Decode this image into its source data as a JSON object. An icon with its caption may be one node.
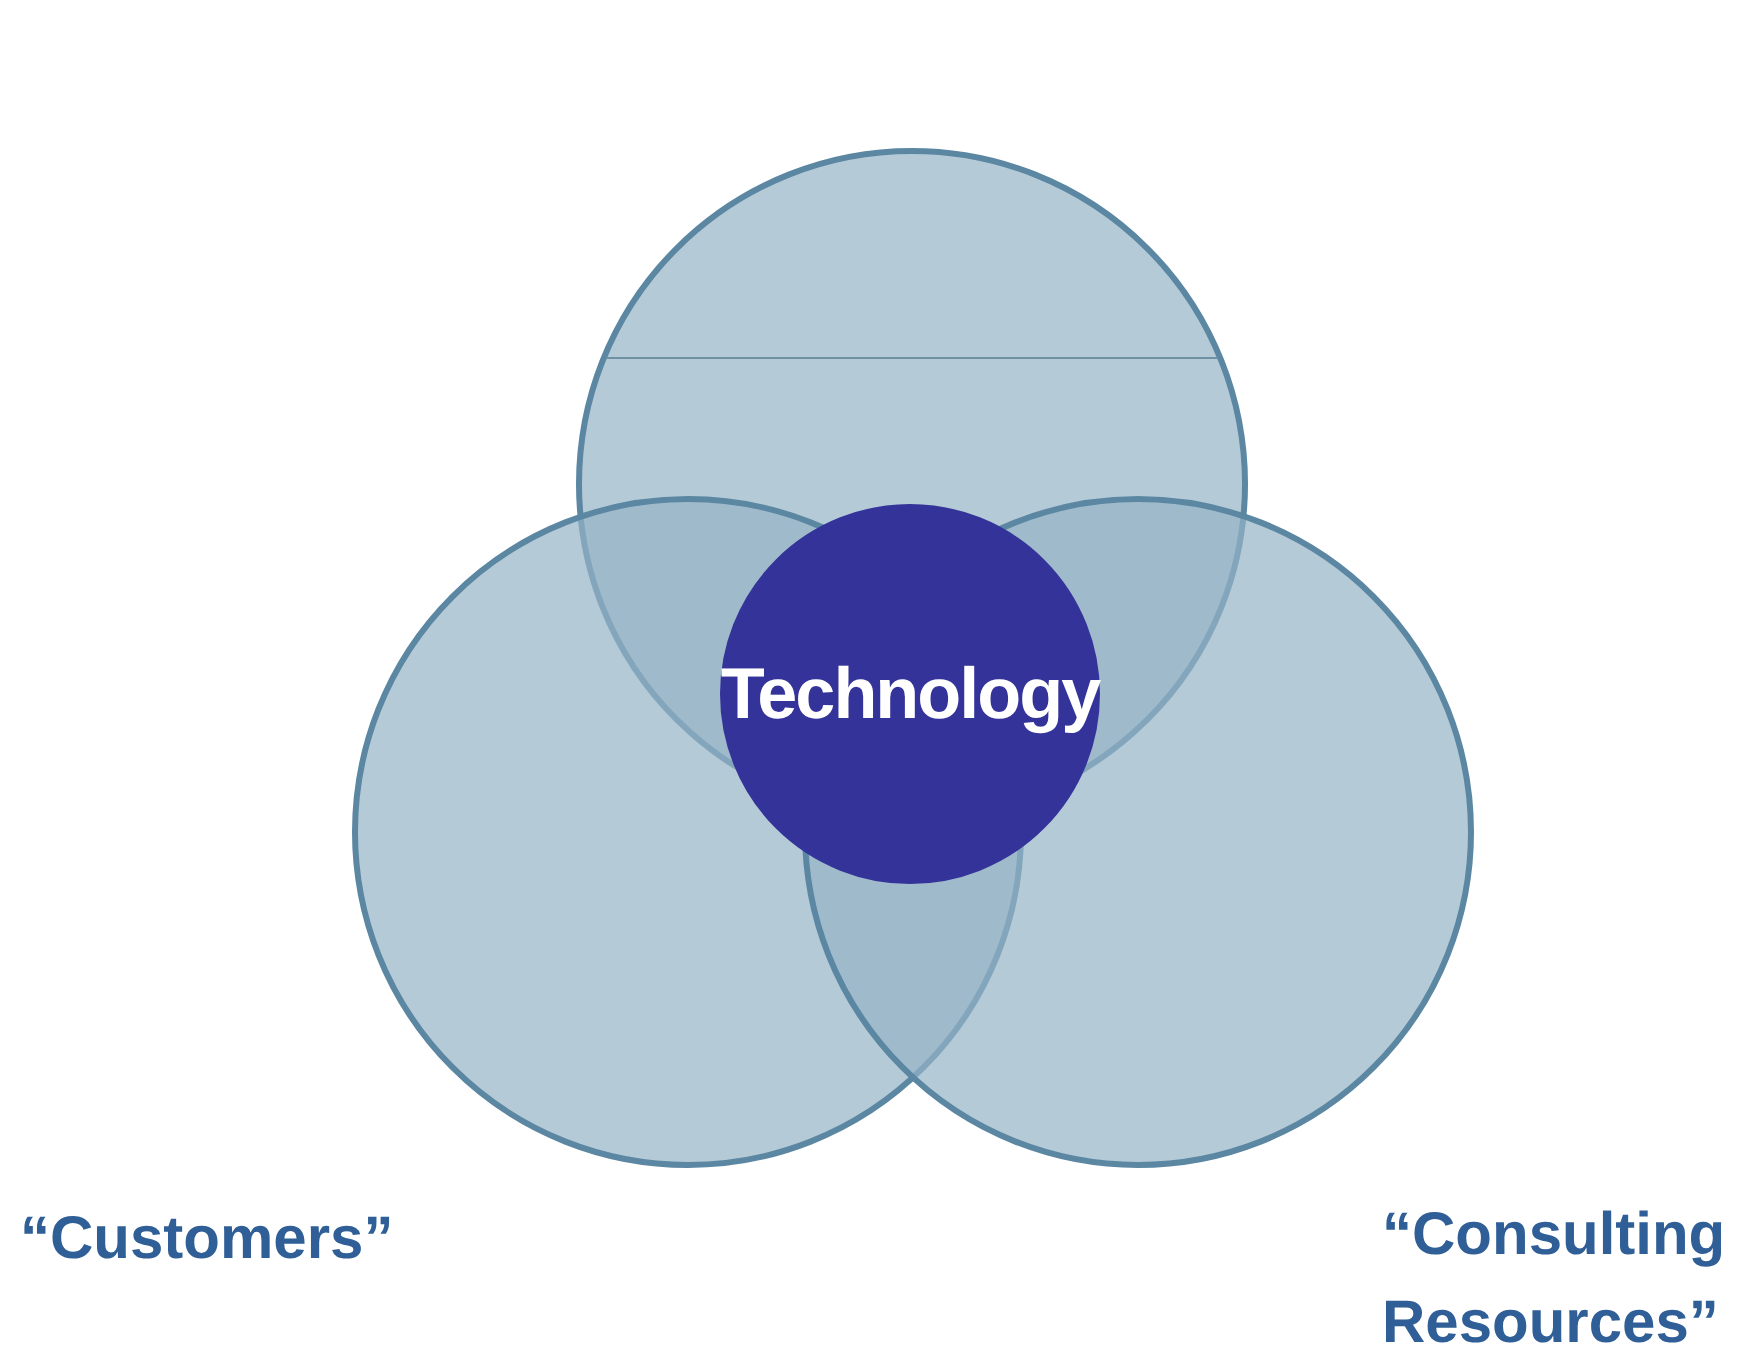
{
  "diagram": {
    "nodes": [
      {
        "text": [],
        "shape": "circle"
      },
      {
        "text": [
          "“Customers”"
        ]
      },
      {
        "text": [
          "“Consulting Resources”"
        ]
      },
      {
        "text": [
          "Technology"
        ]
      }
    ]
  }
}
